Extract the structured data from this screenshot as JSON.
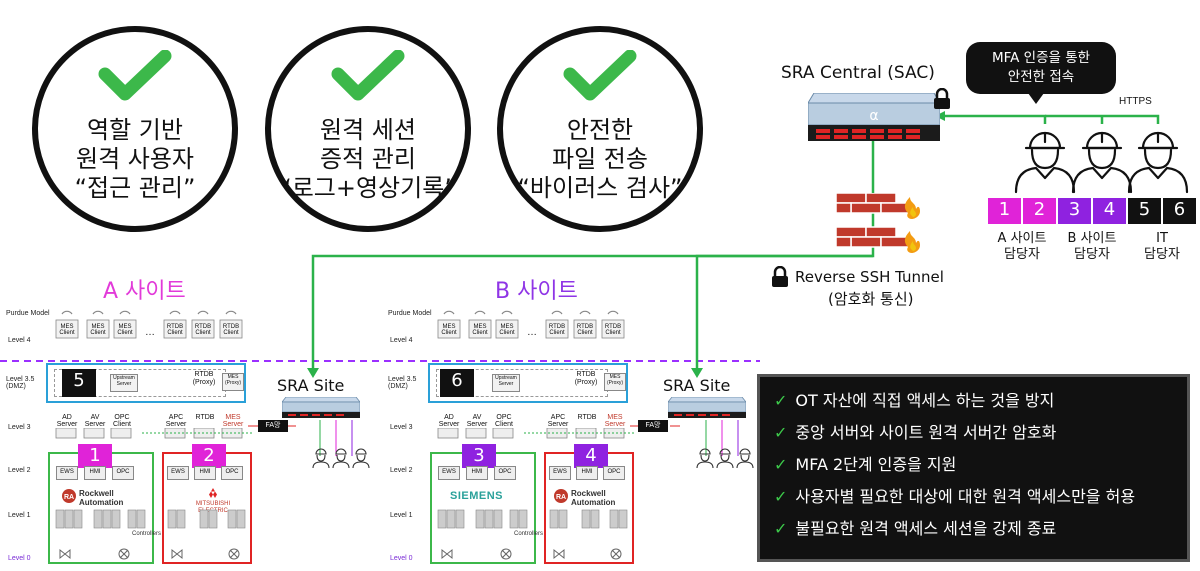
{
  "circles": [
    {
      "line1": "역할 기반",
      "line2": "원격 사용자",
      "line3": "“접근 관리”"
    },
    {
      "line1": "원격 세션",
      "line2": "증적 관리",
      "line3": "“로그+영상기록”"
    },
    {
      "line1": "안전한",
      "line2": "파일 전송",
      "line3": "“바이러스 검사”"
    }
  ],
  "central": {
    "title": "SRA Central (SAC)",
    "mfa_bubble_line1": "MFA 인증을 통한",
    "mfa_bubble_line2": "안전한 접속",
    "https_label": "HTTPS",
    "tunnel_label": "Reverse SSH Tunnel",
    "tunnel_sublabel": "(암호화 통신)"
  },
  "users": {
    "numbers": [
      "1",
      "2",
      "3",
      "4",
      "5",
      "6"
    ],
    "groups": [
      {
        "line1": "A 사이트",
        "line2": "담당자"
      },
      {
        "line1": "B 사이트",
        "line2": "담당자"
      },
      {
        "line1": "IT",
        "line2": "담당자"
      }
    ]
  },
  "sites": [
    {
      "title": "A 사이트",
      "sra_label": "SRA Site",
      "dmz_number": "5",
      "zone_numbers": [
        "1",
        "2"
      ],
      "brand_left": "Rockwell Automation",
      "brand_right": "MITSUBISHI ELECTRIC",
      "fa_label": "FA망"
    },
    {
      "title": "B 사이트",
      "sra_label": "SRA Site",
      "dmz_number": "6",
      "zone_numbers": [
        "3",
        "4"
      ],
      "brand_left": "SIEMENS",
      "brand_right": "Rockwell Automation",
      "fa_label": "FA망"
    }
  ],
  "purdue": {
    "model_label": "Purdue Model",
    "levels": [
      "Level 4",
      "Level 3.5 (DMZ)",
      "Level 3",
      "Level 2",
      "Level 1",
      "Level 0"
    ],
    "level4_items": [
      "MES Client",
      "MES Client",
      "MES Client",
      "RTDB Client",
      "RTDB Client",
      "RTDB Client"
    ],
    "dmz_items": [
      "Upstream Server",
      "RTDB (Proxy)",
      "MES (Proxy)"
    ],
    "level3_items": [
      "AD Server",
      "AV Server",
      "OPC Client",
      "APC Server",
      "RTDB",
      "MES Server"
    ],
    "level2_items": [
      "EWS",
      "HMI",
      "OPC",
      "EWS",
      "HMI",
      "OPC"
    ],
    "controllers_label": "Controllers",
    "ellipsis": "…"
  },
  "features": [
    "OT 자산에 직접 액세스 하는 것을 방지",
    "중앙 서버와 사이트 원격 서버간 암호화",
    "MFA 2단계 인증을 지원",
    "사용자별 필요한 대상에 대한 원격 액세스만을 허용",
    "불필요한 원격 액세스 세션을 강제 종료"
  ],
  "colors": {
    "green_line": "#2bb24a",
    "check": "#3cb84a",
    "magenta": "#e023d8",
    "purple": "#8f22e0",
    "black": "#111111",
    "site_a_title": "#e23ad9",
    "site_b_title": "#8f35e6",
    "dmz_blue": "#2aa0d8",
    "zone_green": "#3cb84a",
    "zone_red": "#e02424",
    "dashed": "#9b30ff"
  }
}
